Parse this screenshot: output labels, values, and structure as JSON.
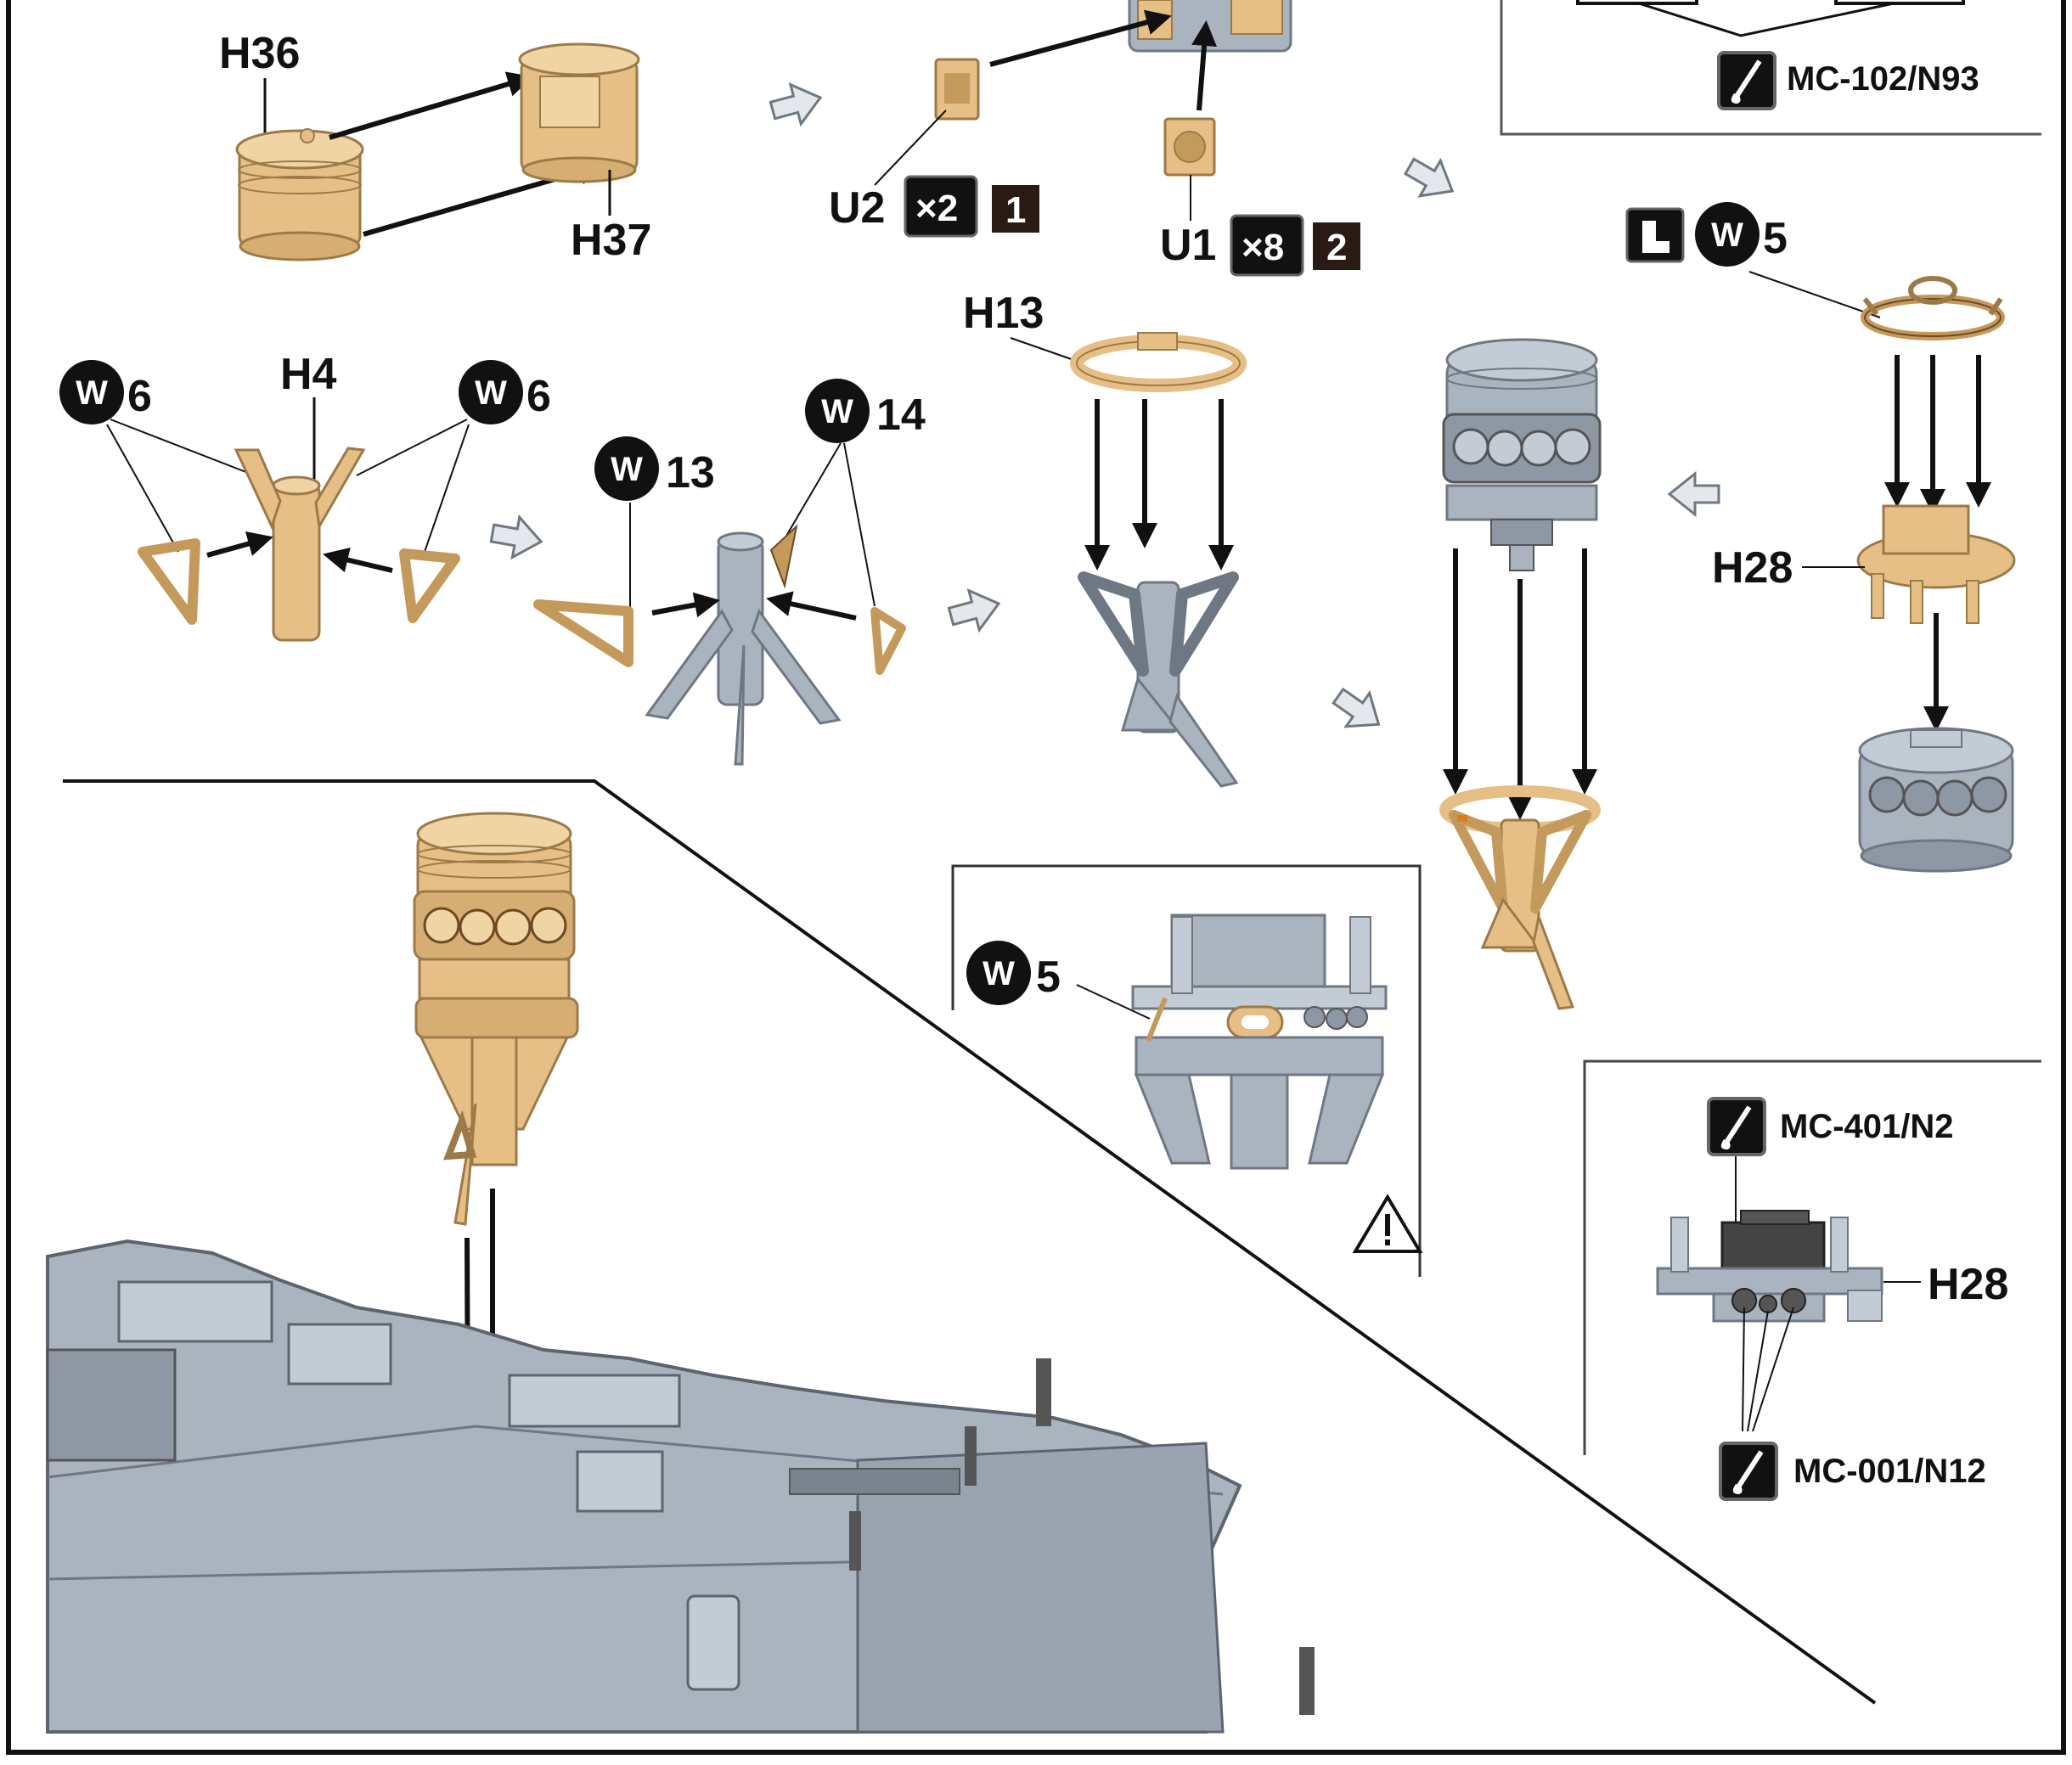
{
  "parts": {
    "h36": "H36",
    "h37": "H37",
    "u2": "U2",
    "u1": "U1",
    "h13": "H13",
    "h4": "H4",
    "h28_main": "H28",
    "h28_detail": "H28"
  },
  "quantities": {
    "u2_qty": "×2",
    "u2_order": "1",
    "u1_qty": "×8",
    "u1_order": "2"
  },
  "etch_parts": {
    "w6_left": "6",
    "w6_right": "6",
    "w13": "13",
    "w14": "14",
    "w5_top": "5",
    "w5_inset": "5",
    "badge_letter": "W"
  },
  "paint_codes": {
    "top_right": "MC-102/N93",
    "detail_upper": "MC-401/N2",
    "detail_lower": "MC-001/N12"
  },
  "icons": {
    "paint": "paintbrush-icon",
    "bend": "bend-icon",
    "warning": "warning-icon",
    "step_arrow": "step-arrow-icon"
  },
  "colors": {
    "resin_tan": "#e6bf86",
    "resin_dark": "#9c7a48",
    "etch_bronze": "#c49a5c",
    "plastic_gray": "#aab4bf",
    "plastic_dark": "#6e7884",
    "ink": "#111111",
    "hint_arrow": "#e4e8ec"
  }
}
